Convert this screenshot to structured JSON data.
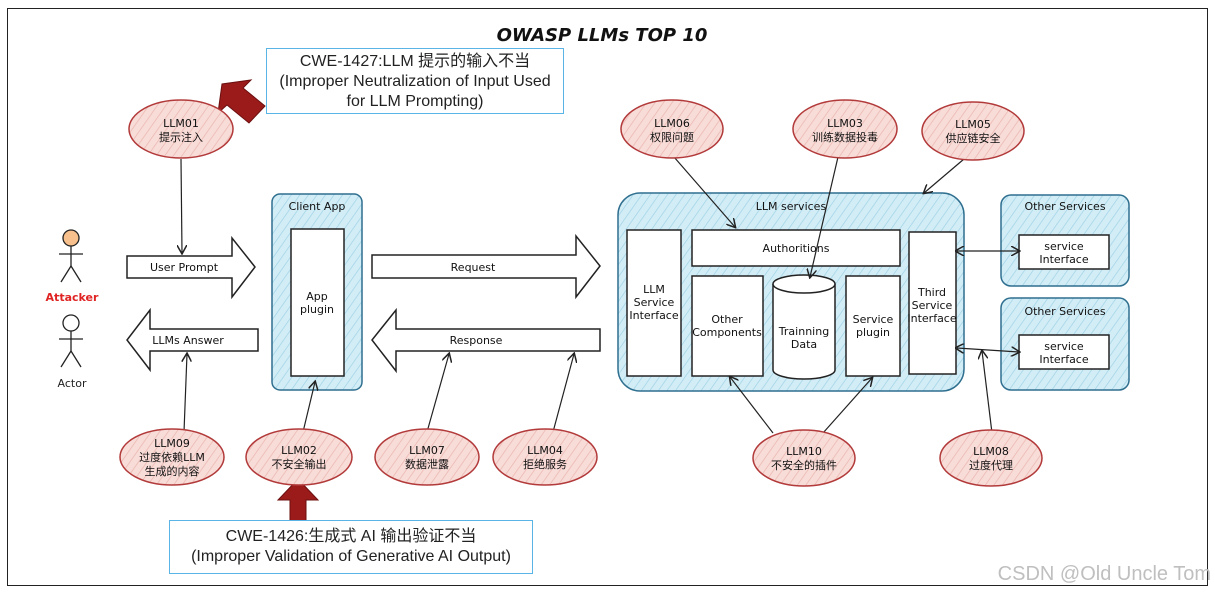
{
  "title": "OWASP LLMs TOP 10",
  "cwe_top": {
    "line1": "CWE-1427:LLM 提示的输入不当",
    "line2": "(Improper Neutralization of Input Used",
    "line3": "for LLM Prompting)"
  },
  "cwe_bottom": {
    "line1": "CWE-1426:生成式 AI 输出验证不当",
    "line2": "(Improper Validation of Generative AI Output)"
  },
  "actors": {
    "attacker": "Attacker",
    "actor": "Actor"
  },
  "arrows": {
    "user_prompt": "User Prompt",
    "llms_answer": "LLMs Answer",
    "request": "Request",
    "response": "Response"
  },
  "client_app": {
    "title": "Client App",
    "plugin_line1": "App",
    "plugin_line2": "plugin"
  },
  "llm_services": {
    "title": "LLM services",
    "service_interface": [
      "LLM",
      "Service",
      "Interface"
    ],
    "authorities": "Authoritions",
    "other_components": [
      "Other",
      "Components"
    ],
    "training_data": [
      "Trainning",
      "Data"
    ],
    "service_plugin": [
      "Service",
      "plugin"
    ],
    "third_service_interface": [
      "Third",
      "Service",
      "Interface"
    ]
  },
  "other_services": [
    {
      "title": "Other Services",
      "iface": [
        "service",
        "Interface"
      ]
    },
    {
      "title": "Other Services",
      "iface": [
        "service",
        "Interface"
      ]
    }
  ],
  "risks": {
    "llm01": {
      "code": "LLM01",
      "name": "提示注入"
    },
    "llm02": {
      "code": "LLM02",
      "name": "不安全输出"
    },
    "llm03": {
      "code": "LLM03",
      "name": "训练数据投毒"
    },
    "llm04": {
      "code": "LLM04",
      "name": "拒绝服务"
    },
    "llm05": {
      "code": "LLM05",
      "name": "供应链安全"
    },
    "llm06": {
      "code": "LLM06",
      "name": "权限问题"
    },
    "llm07": {
      "code": "LLM07",
      "name": "数据泄露"
    },
    "llm08": {
      "code": "LLM08",
      "name": "过度代理"
    },
    "llm09": {
      "code": "LLM09",
      "name": "过度依赖LLM",
      "name2": "生成的内容"
    },
    "llm10": {
      "code": "LLM10",
      "name": "不安全的插件"
    }
  },
  "watermark": "CSDN @Old Uncle Tom",
  "colors": {
    "risk_stroke": "#b23a3a",
    "risk_fill": "#f8dcd8",
    "box_stroke": "#2f6f8f",
    "box_fill": "#d3edf6",
    "attacker": "#e02424",
    "big_arrow": "#9b1b1b"
  }
}
